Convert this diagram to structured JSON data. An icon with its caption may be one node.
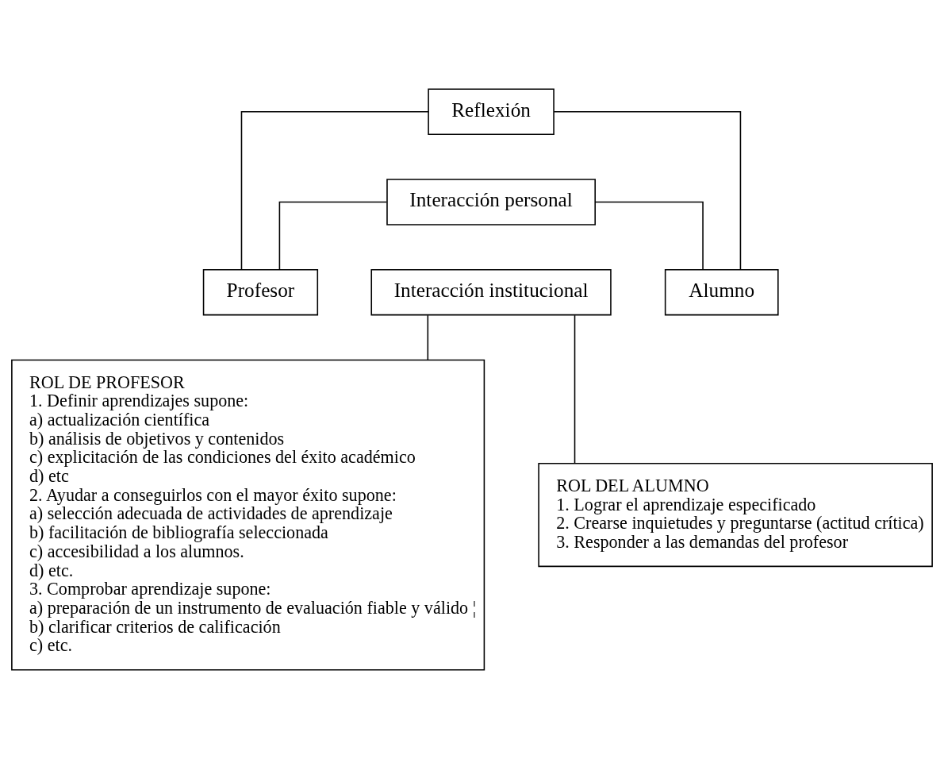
{
  "diagram": {
    "nodes": [
      {
        "text": [
          "Reflexión"
        ]
      },
      {
        "text": [
          "Interacción personal"
        ]
      },
      {
        "text": [
          "Interacción institucional"
        ]
      },
      {
        "text": [
          "Profesor"
        ]
      },
      {
        "text": [
          "Alumno"
        ]
      },
      {
        "text": [
          "ROL DE PROFESOR",
          "1. Definir aprendizajes supone:",
          "a) actualización científica",
          "b) análisis de objetivos y contenidos",
          "c) explicitación de las condiciones del éxito académico",
          "d) etc",
          "2. Ayudar a conseguirlos con el mayor éxito supone:",
          "a) selección adecuada de actividades de aprendizaje",
          "b) facilitación de bibliografía seleccionada",
          "c) accesibilidad a los alumnos.",
          "d) etc.",
          "3. Comprobar aprendizaje supone:",
          "a) preparación de un instrumento de evaluación fiable y válido ¦",
          "b) clarificar criterios de calificación",
          "c) etc."
        ]
      },
      {
        "text": [
          "ROL DEL ALUMNO",
          "1. Lograr el aprendizaje especificado",
          "2. Crearse inquietudes y preguntarse (actitud crítica)",
          "3. Responder a las demandas del profesor"
        ]
      }
    ],
    "edges": [
      {
        "from": 0,
        "to": 3,
        "arrow": "none"
      },
      {
        "from": 1,
        "to": 3,
        "arrow": "none"
      },
      {
        "from": 0,
        "to": 4,
        "arrow": "none"
      },
      {
        "from": 1,
        "to": 4,
        "arrow": "none"
      },
      {
        "from": 2,
        "to": 5,
        "arrow": "none"
      },
      {
        "from": 2,
        "to": 6,
        "arrow": "none"
      }
    ]
  }
}
